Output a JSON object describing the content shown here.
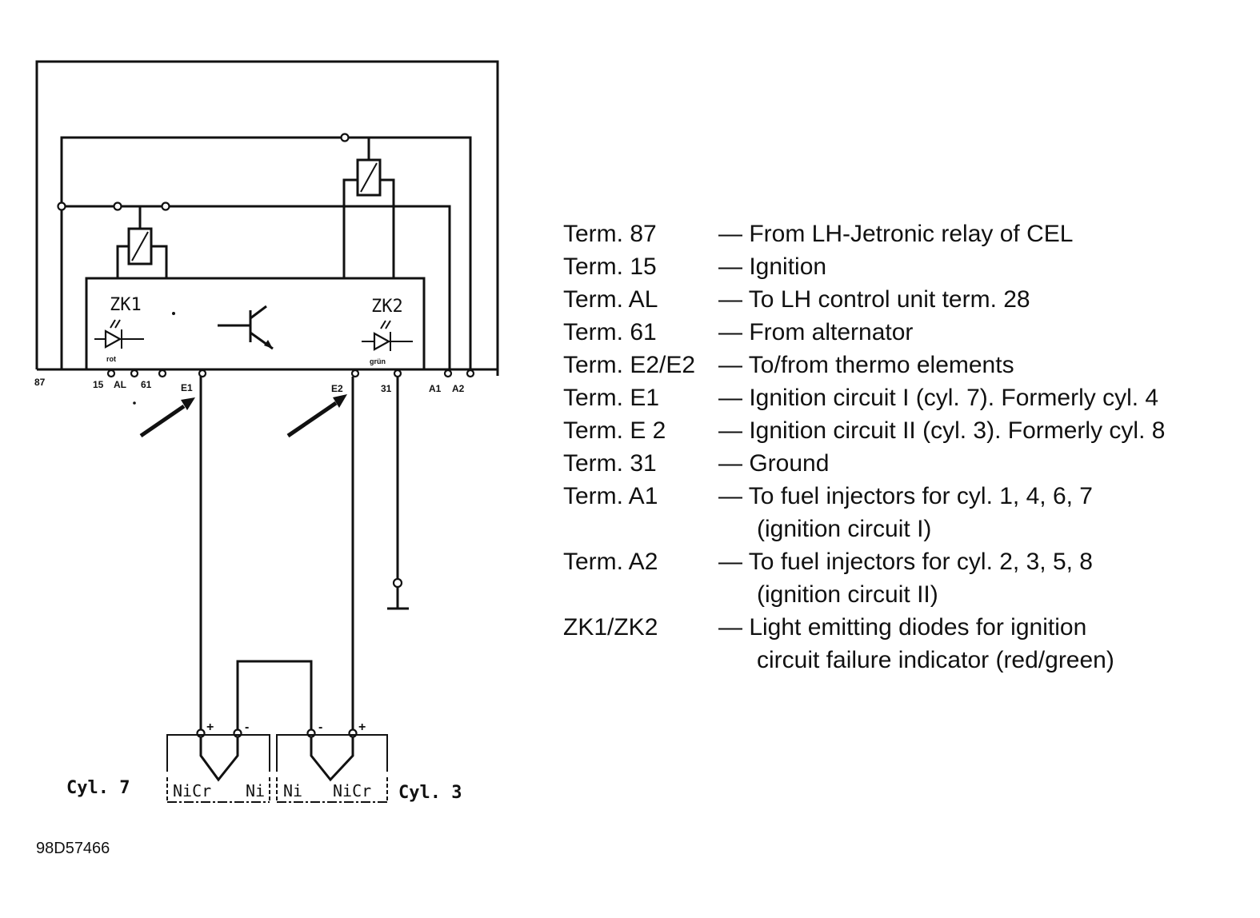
{
  "diagram": {
    "module_labels": {
      "zk1": "ZK1",
      "zk2": "ZK2",
      "rot": "rot",
      "gruen": "grün"
    },
    "terminal_labels": {
      "t87": "87",
      "t15": "15",
      "tAL": "AL",
      "t61": "61",
      "tE1": "E1",
      "tE2": "E2",
      "t31": "31",
      "tA1": "A1",
      "tA2": "A2"
    },
    "thermo": {
      "plus_left": "+",
      "minus_left": "-",
      "minus_right": "-",
      "plus_right": "+",
      "nicr_left": "NiCr",
      "ni_left": "Ni",
      "ni_right": "Ni",
      "nicr_right": "NiCr",
      "cyl_left": "Cyl. 7",
      "cyl_right": "Cyl. 3"
    },
    "figure_id": "98D57466"
  },
  "legend": [
    {
      "term": "Term. 87",
      "desc": "— From LH-Jetronic relay of CEL"
    },
    {
      "term": "Term. 15",
      "desc": "— Ignition"
    },
    {
      "term": "Term. AL",
      "desc": "— To LH control unit term. 28"
    },
    {
      "term": "Term. 61",
      "desc": "— From alternator"
    },
    {
      "term": "Term. E2/E2",
      "desc": "— To/from thermo elements"
    },
    {
      "term": "Term. E1",
      "desc": "— Ignition circuit I (cyl. 7). Formerly cyl. 4"
    },
    {
      "term": "Term. E 2",
      "desc": "— Ignition circuit II (cyl. 3). Formerly cyl. 8"
    },
    {
      "term": "Term. 31",
      "desc": "— Ground"
    },
    {
      "term": "Term. A1",
      "desc": "— To fuel injectors for cyl. 1, 4, 6, 7",
      "cont": "(ignition circuit I)"
    },
    {
      "term": "Term. A2",
      "desc": "— To fuel injectors for cyl. 2, 3, 5, 8",
      "cont": "(ignition circuit II)"
    },
    {
      "term": "ZK1/ZK2",
      "desc": "— Light emitting diodes for ignition",
      "cont": "circuit failure indicator (red/green)"
    }
  ]
}
